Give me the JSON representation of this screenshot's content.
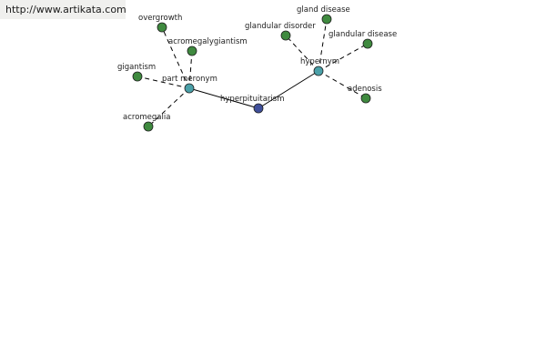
{
  "banner": {
    "url": "http://www.artikata.com"
  },
  "colors": {
    "center": "#3f4f9a",
    "relation": "#4aa0a8",
    "leaf": "#3f8a3f"
  },
  "graph": {
    "center": {
      "id": "hyperpituitarism",
      "label": "hyperpituitarism"
    },
    "relations": [
      {
        "id": "part-meronym",
        "label": "part meronym"
      },
      {
        "id": "hypernym",
        "label": "hypernym"
      }
    ],
    "leaves": [
      {
        "id": "overgrowth",
        "label": "overgrowth",
        "relation": "part-meronym"
      },
      {
        "id": "acromegalygiantism",
        "label": "acromegalygiantism",
        "relation": "part-meronym"
      },
      {
        "id": "gigantism",
        "label": "gigantism",
        "relation": "part-meronym"
      },
      {
        "id": "acromegalia",
        "label": "acromegalia",
        "relation": "part-meronym"
      },
      {
        "id": "glandular-disorder",
        "label": "glandular disorder",
        "relation": "hypernym"
      },
      {
        "id": "gland-disease",
        "label": "gland disease",
        "relation": "hypernym"
      },
      {
        "id": "glandular-disease",
        "label": "glandular disease",
        "relation": "hypernym"
      },
      {
        "id": "adenosis",
        "label": "adenosis",
        "relation": "hypernym"
      }
    ]
  }
}
